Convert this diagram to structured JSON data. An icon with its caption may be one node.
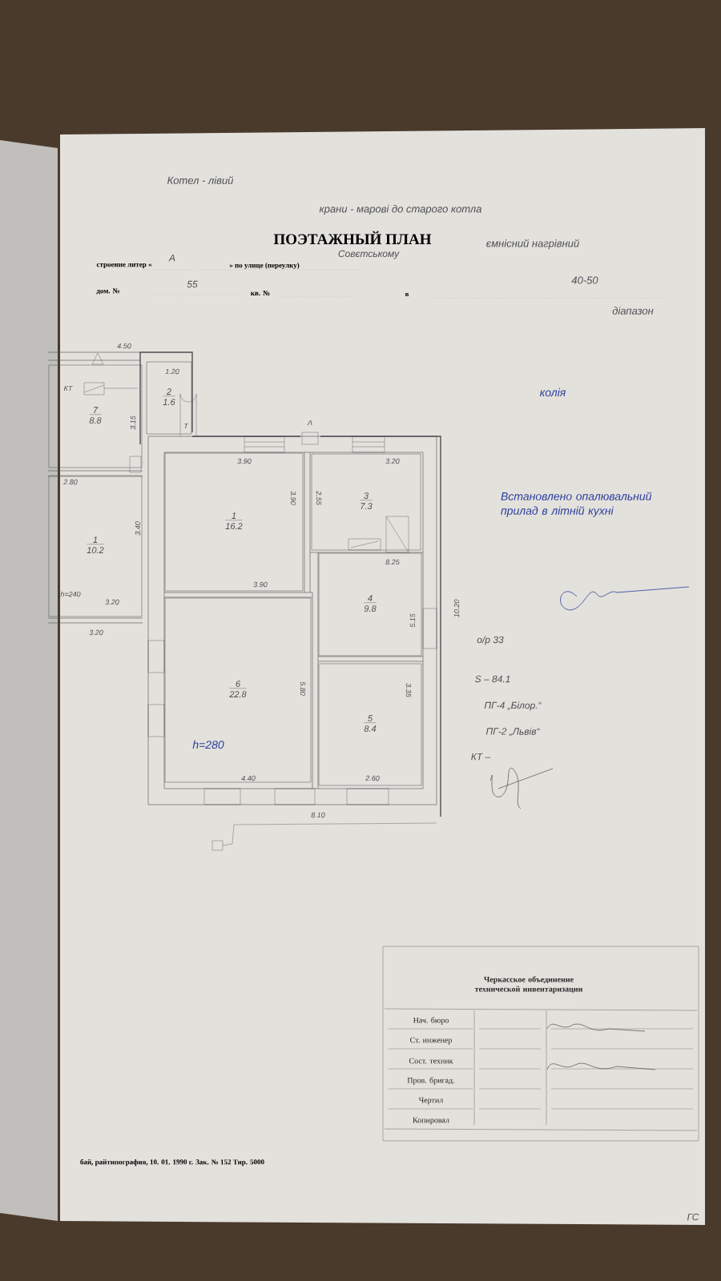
{
  "diagram": {
    "title": "ПОЭТАЖНЫЙ ПЛАН",
    "nodes": [
      {
        "text": [
          "7",
          "8.8"
        ]
      },
      {
        "text": [
          "2",
          "1.6"
        ]
      },
      {
        "text": [
          "1",
          "10.2"
        ]
      },
      {
        "text": [
          "1",
          "16.2"
        ]
      },
      {
        "text": [
          "3",
          "7.3"
        ]
      },
      {
        "text": [
          "4",
          "9.8"
        ]
      },
      {
        "text": [
          "6",
          "22.8"
        ]
      },
      {
        "text": [
          "5",
          "8.4"
        ]
      }
    ],
    "labels": [
      "Котел - лівий",
      "крани - марові до старого котла",
      "строение литер «",
      "А",
      "» по улице (переулку)",
      "Совєтському",
      "ємнісний нагрівний",
      "дом. №",
      "55",
      "кв. №",
      "в",
      "40-50",
      "діапазон",
      "4.50",
      "1.20",
      "КТ",
      "3.15",
      "Т",
      "Λ",
      "2.80",
      "3.90",
      "3.40",
      "3.90",
      "2.55",
      "3.20",
      "3.90",
      "8.25",
      "h=240",
      "3.20",
      "3.20",
      "5.15",
      "10.20",
      "5.80",
      "3.35",
      "h=280",
      "4.40",
      "2.60",
      "8.10",
      "колія",
      "Встановлено опалювальний прилад в літній кухні",
      "о/р 33",
      "S – 84.1",
      "ПГ-4 „Білор.“",
      "ПГ-2 „Львів“",
      "КТ –",
      "Черкасское объединение технической инвентаризации",
      "Нач. бюро",
      "Ст. инженер",
      "Сост. техник",
      "Пров. бригад.",
      "Чертил",
      "Копировал",
      "бай, райтипография, 10. 01. 1990 г. Зак. № 152 Тир. 5000",
      "ГС"
    ]
  }
}
